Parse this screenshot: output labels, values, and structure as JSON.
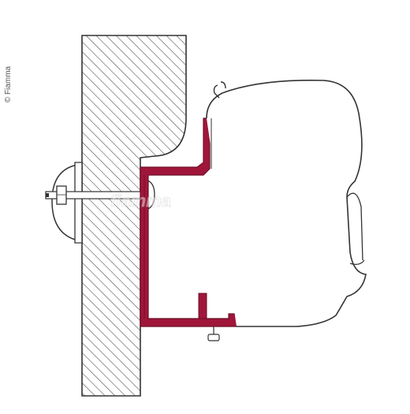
{
  "image": {
    "copyright_text": "© Fiamma",
    "watermark_text": "fiamma"
  },
  "colors": {
    "background": "#ffffff",
    "line": "#333333",
    "bracket": "#a0163a",
    "bracket_dark": "#6e0f28",
    "hatch": "#444444",
    "watermark": "#c8c8c8"
  },
  "icons": [
    "wall-section",
    "fixing-bolt",
    "adapter-bracket",
    "awning-case"
  ]
}
